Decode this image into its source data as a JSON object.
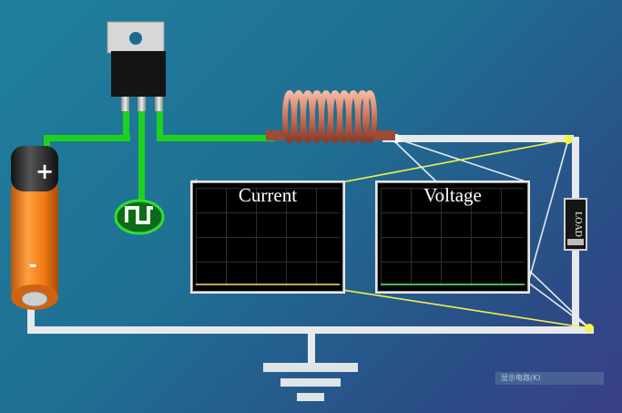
{
  "scopes": {
    "current": {
      "title": "Current",
      "trace_color": "#c9a24a"
    },
    "voltage": {
      "title": "Voltage",
      "trace_color": "#3fbf4f"
    },
    "corner_label": "ul"
  },
  "components": {
    "battery": {
      "positive_label": "+",
      "negative_label": "-"
    },
    "load": {
      "label": "LOAD"
    },
    "signal_source": {
      "icon": "square-wave-icon"
    },
    "regulator": {
      "icon": "to220-transistor-icon"
    },
    "inductor": {
      "icon": "coil-icon"
    },
    "ground": {
      "icon": "ground-icon"
    }
  },
  "status_bar": {
    "text": "显示电路(K)"
  },
  "colors": {
    "wire": "#e6eaee",
    "wire_green": "#1fd11f",
    "probe": "#f2f24a",
    "battery_body": "#f07a12",
    "coil": "#d9826b"
  }
}
